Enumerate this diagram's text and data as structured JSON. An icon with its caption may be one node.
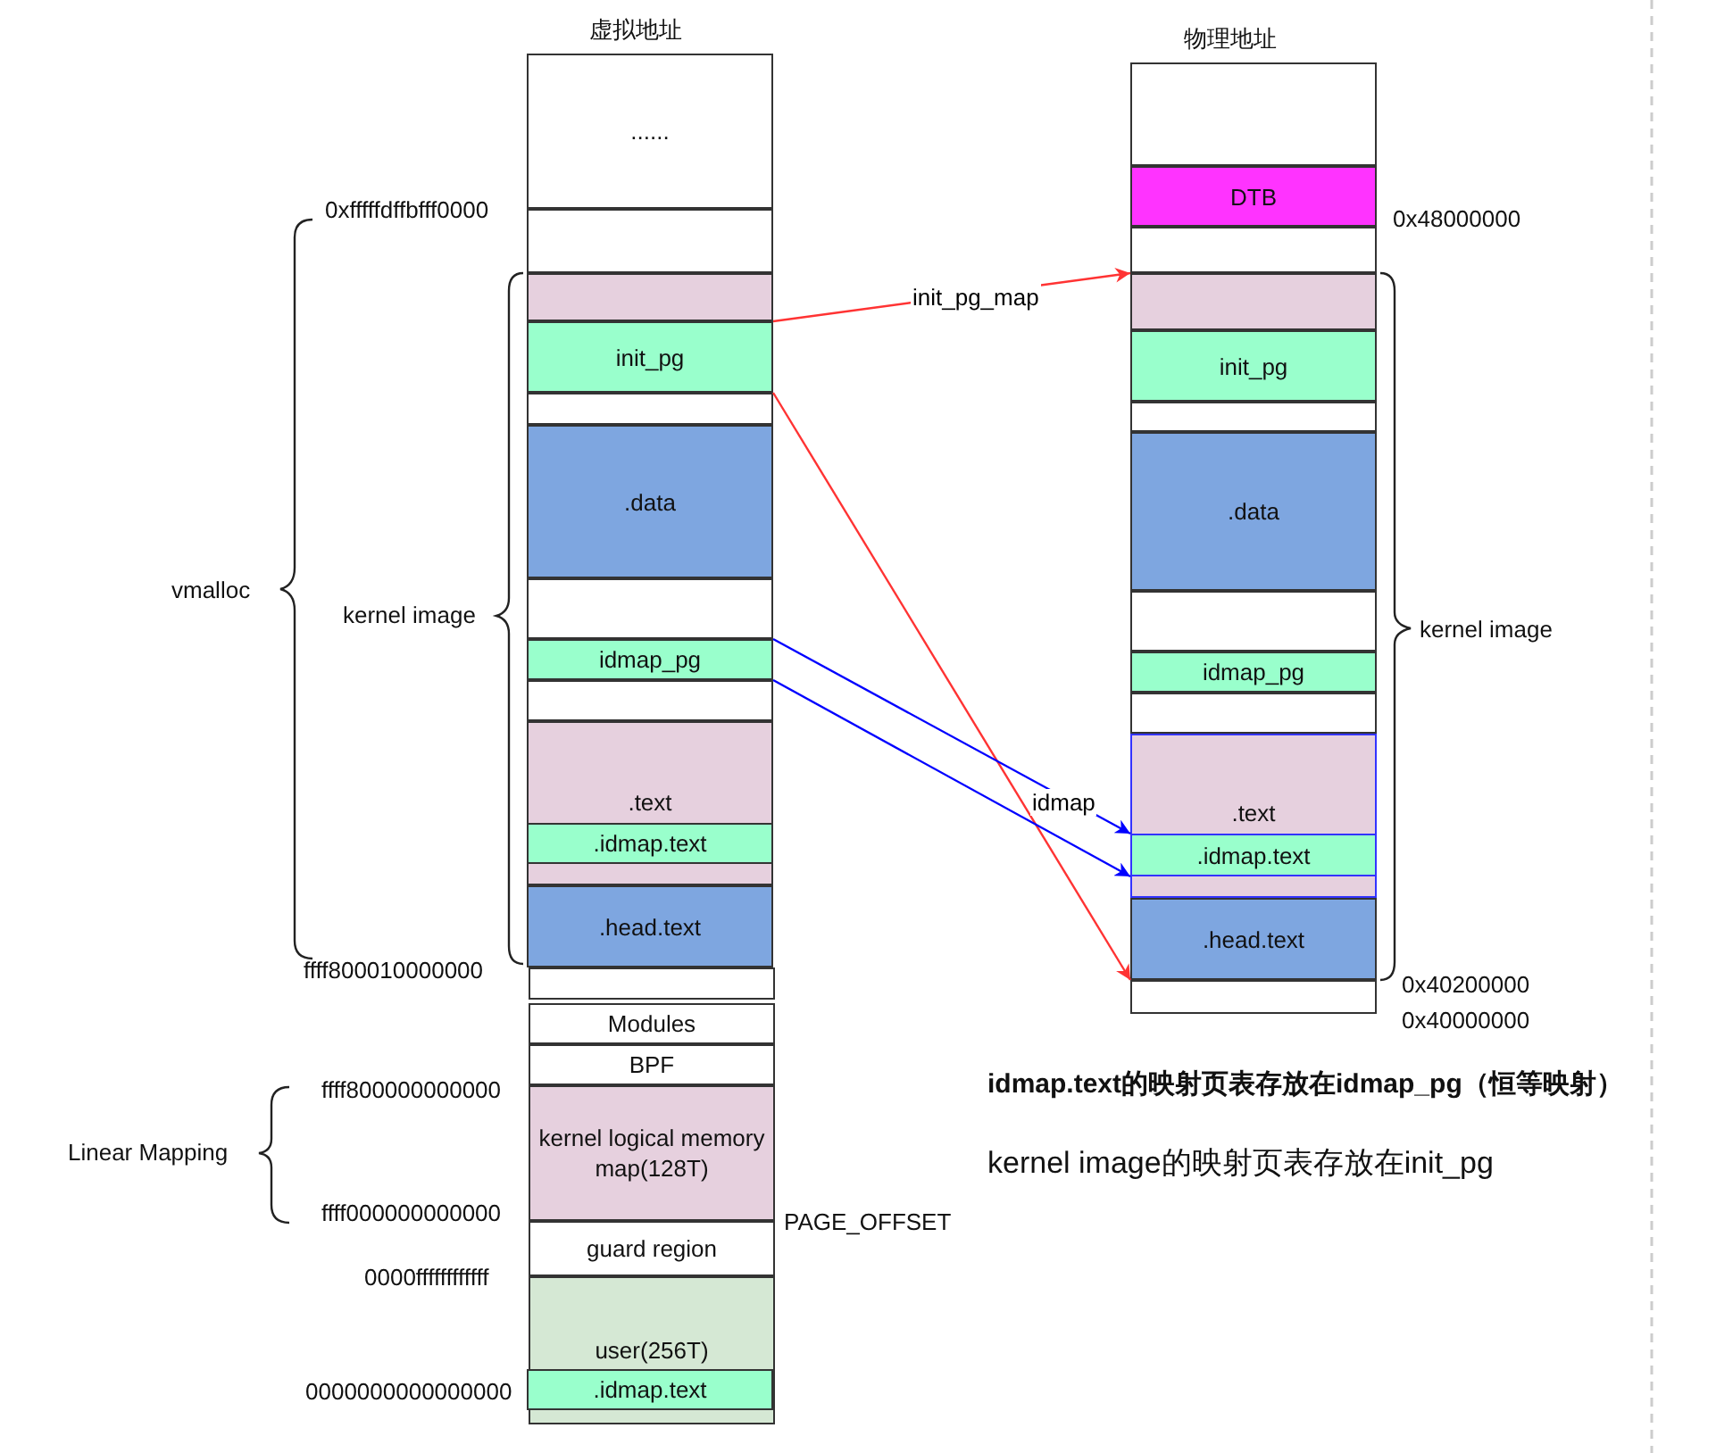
{
  "diagram": {
    "nodes": [
      {
        "text": [
          "......"
        ]
      },
      {
        "text": [],
        "shape": "box"
      },
      {
        "text": [],
        "shape": "box"
      },
      {
        "text": [
          "init_pg"
        ]
      },
      {
        "text": [],
        "shape": "box"
      },
      {
        "text": [
          ".data"
        ]
      },
      {
        "text": [],
        "shape": "box"
      },
      {
        "text": [
          "idmap_pg"
        ]
      },
      {
        "text": [],
        "shape": "box"
      },
      {
        "text": [
          ".text"
        ]
      },
      {
        "text": [
          ".idmap.text"
        ],
        "in": 9
      },
      {
        "text": [
          ".head.text"
        ]
      },
      {
        "text": [],
        "shape": "box"
      },
      {
        "text": [
          "Modules"
        ]
      },
      {
        "text": [
          "BPF"
        ]
      },
      {
        "text": [
          "kernel logical memory map(128T)"
        ]
      },
      {
        "text": [
          "guard region"
        ]
      },
      {
        "text": [
          "user(256T)"
        ]
      },
      {
        "text": [
          ".idmap.text"
        ],
        "in": 17
      },
      {
        "text": [],
        "shape": "box"
      },
      {
        "text": [
          "DTB"
        ]
      },
      {
        "text": [],
        "shape": "box"
      },
      {
        "text": [],
        "shape": "box"
      },
      {
        "text": [
          "init_pg"
        ]
      },
      {
        "text": [],
        "shape": "box"
      },
      {
        "text": [
          ".data"
        ]
      },
      {
        "text": [],
        "shape": "box"
      },
      {
        "text": [
          "idmap_pg"
        ]
      },
      {
        "text": [],
        "shape": "box"
      },
      {
        "text": [
          ".text"
        ]
      },
      {
        "text": [
          ".idmap.text"
        ],
        "in": 29
      },
      {
        "text": [
          ".head.text"
        ]
      },
      {
        "text": [],
        "shape": "box"
      }
    ],
    "edges": [
      {
        "from": 3,
        "to": 22,
        "arrow": "to",
        "label": "init_pg_map",
        "color": "#ff3333"
      },
      {
        "from": 3,
        "to": 31,
        "arrow": "to",
        "color": "#ff3333"
      },
      {
        "from": 7,
        "to": 30,
        "arrow": "to",
        "label": "idmap",
        "color": "#0000ff"
      },
      {
        "from": 7,
        "to": 30,
        "arrow": "to",
        "color": "#0000ff"
      }
    ],
    "labels": [
      "虚拟地址",
      "物理地址",
      "0xfffffdffbfff0000",
      "0x48000000",
      "vmalloc",
      "kernel image",
      "kernel image",
      "ffff800010000000",
      "0x40200000",
      "0x40000000",
      "idmap.text的映射页表存放在idmap_pg（恒等映射）",
      "ffff800000000000",
      "Linear Mapping",
      "kernel image的映射页表存放在init_pg",
      "ffff000000000000",
      "PAGE_OFFSET",
      "0000ffffffffffff",
      "0000000000000000"
    ]
  }
}
